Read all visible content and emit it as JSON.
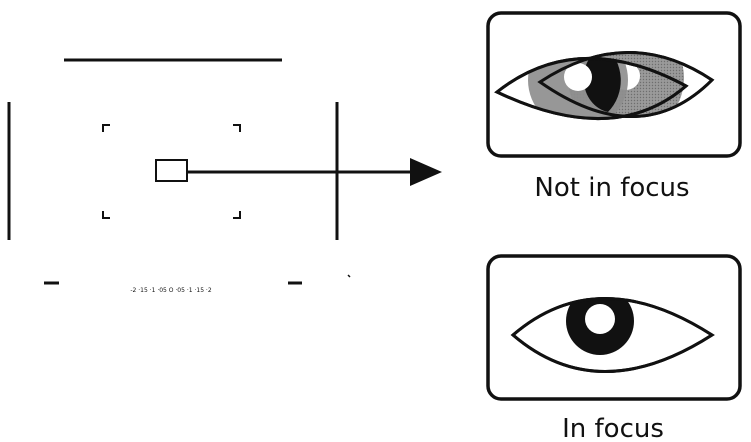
{
  "colors": {
    "ink": "#111111",
    "iris_gray": "#8a8a8a",
    "background": "#ffffff"
  },
  "viewfinder": {
    "exposure_scale": "-2 ·15 ·1 ·05 O ·05 ·1 ·15 ·2"
  },
  "panels": [
    {
      "caption": "Not in focus",
      "state": "not-in-focus",
      "icon": "double-eye-icon"
    },
    {
      "caption": "In focus",
      "state": "in-focus",
      "icon": "eye-icon"
    }
  ]
}
